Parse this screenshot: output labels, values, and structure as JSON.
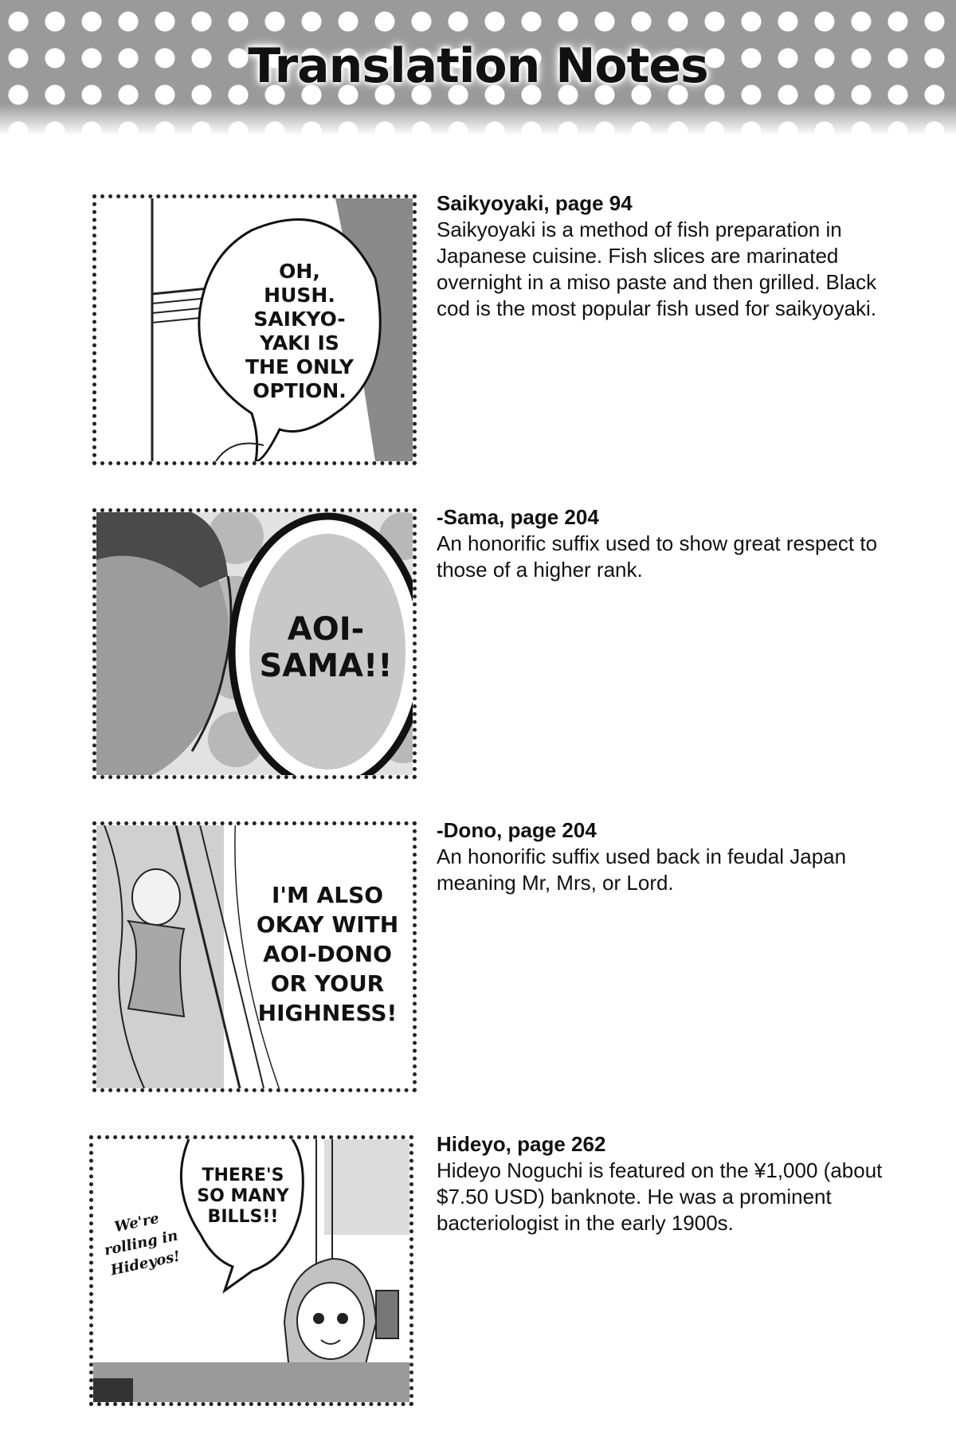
{
  "page": {
    "title": "Translation Notes"
  },
  "notes": [
    {
      "heading": "Saikyoyaki, page 94",
      "body": "Saikyoyaki is a method of fish preparation in Japanese cuisine. Fish slices are marinated overnight in a miso paste and then grilled. Black cod is the most popular fish used for saikyoyaki.",
      "panel_lines": [
        "OH,",
        "HUSH.",
        "SAIKYO-",
        "YAKI IS",
        "THE ONLY",
        "OPTION."
      ]
    },
    {
      "heading": "-Sama, page 204",
      "body": "An honorific suffix used to show great respect to those of a higher rank.",
      "panel_lines": [
        "AOI-",
        "SAMA!!"
      ]
    },
    {
      "heading": "-Dono, page 204",
      "body": "An honorific suffix used back in feudal Japan meaning Mr, Mrs, or Lord.",
      "panel_lines": [
        "I'M ALSO",
        "OKAY WITH",
        "AOI-DONO",
        "OR YOUR",
        "HIGHNESS!"
      ]
    },
    {
      "heading": "Hideyo, page 262",
      "body": "Hideyo Noguchi is featured on the ¥1,000 (about $7.50 USD) banknote. He was a prominent bacteriologist in the early 1900s.",
      "panel_lines": [
        "THERE'S",
        "SO MANY",
        "BILLS!!"
      ],
      "panel_handwriting": [
        "We're",
        "rolling in",
        "Hideyos!"
      ]
    }
  ]
}
